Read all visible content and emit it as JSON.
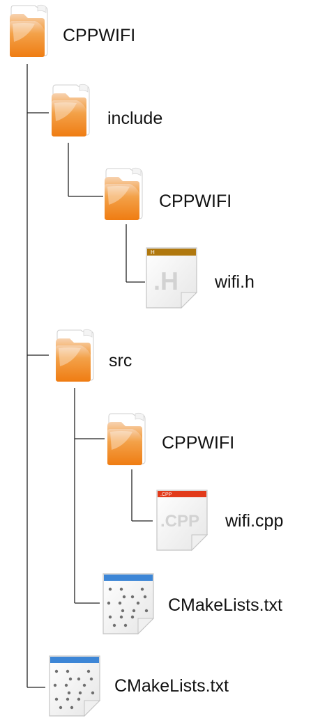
{
  "tree": {
    "root": {
      "label": "CPPWIFI",
      "icon": "folder-icon"
    },
    "include": {
      "label": "include",
      "icon": "folder-icon"
    },
    "include_cppwifi": {
      "label": "CPPWIFI",
      "icon": "folder-icon"
    },
    "wifi_h": {
      "label": "wifi.h",
      "icon": "h-file-icon",
      "badge": "H",
      "mark": ".H"
    },
    "src": {
      "label": "src",
      "icon": "folder-icon"
    },
    "src_cppwifi": {
      "label": "CPPWIFI",
      "icon": "folder-icon"
    },
    "wifi_cpp": {
      "label": "wifi.cpp",
      "icon": "cpp-file-icon",
      "badge": ".CPP",
      "mark": ".CPP"
    },
    "src_cmakelists": {
      "label": "CMakeLists.txt",
      "icon": "text-file-icon"
    },
    "root_cmakelists": {
      "label": "CMakeLists.txt",
      "icon": "text-file-icon"
    }
  },
  "colors": {
    "folder_top": "#f6c9a0",
    "folder_mid": "#f29a34",
    "folder_bottom": "#f07a12",
    "connector": "#222222",
    "h_bar": "#b0780e",
    "cpp_bar": "#e23a1a",
    "txt_bar": "#3d86d6"
  }
}
